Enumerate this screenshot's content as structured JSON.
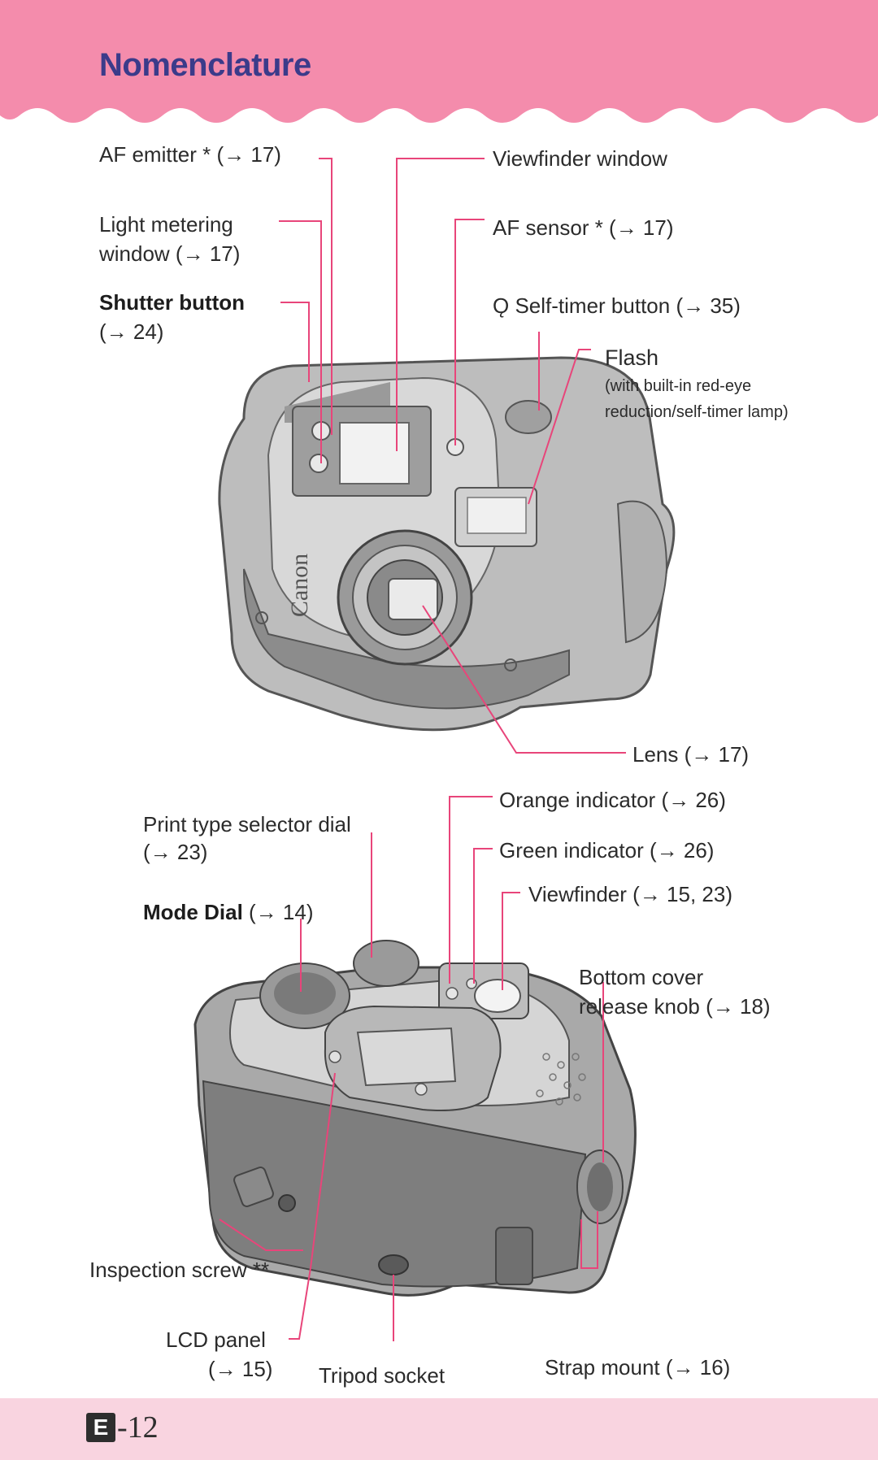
{
  "page": {
    "title": "Nomenclature",
    "footer": {
      "section_letter": "E",
      "page_number": "-12"
    }
  },
  "colors": {
    "header_pink": "#f48cac",
    "leader_line": "#e8457a",
    "title_blue": "#3b3b8a",
    "footer_band": "#f9d4e0"
  },
  "front_view": {
    "image_icon": "camera-front-icon",
    "labels": {
      "af_emitter": "AF emitter * (→ 17)",
      "light_metering_1": "Light metering",
      "light_metering_2": "window (→ 17)",
      "shutter_button": "Shutter button",
      "shutter_ref": "(→ 24)",
      "viewfinder_window": "Viewfinder window",
      "af_sensor": "AF sensor * (→ 17)",
      "self_timer_symbol": "Ǫ",
      "self_timer": "Self-timer button (→ 35)",
      "flash": "Flash",
      "flash_note_1": "(with built-in red-eye",
      "flash_note_2": "reduction/self-timer lamp)",
      "lens": "Lens (→ 17)",
      "brand": "Canon"
    }
  },
  "back_view": {
    "image_icon": "camera-back-icon",
    "labels": {
      "print_type_1": "Print type selector dial",
      "print_type_2": "(→ 23)",
      "mode_dial": "Mode Dial",
      "mode_dial_ref": " (→ 14)",
      "orange_indicator": "Orange indicator (→ 26)",
      "green_indicator": "Green indicator (→ 26)",
      "viewfinder": "Viewfinder (→ 15, 23)",
      "bottom_cover_1": "Bottom cover",
      "bottom_cover_2": "release knob (→ 18)",
      "inspection_screw": "Inspection screw **",
      "lcd_panel": "LCD panel",
      "lcd_ref": "(→ 15)",
      "tripod_socket": "Tripod socket",
      "strap_mount": "Strap mount (→ 16)"
    }
  }
}
